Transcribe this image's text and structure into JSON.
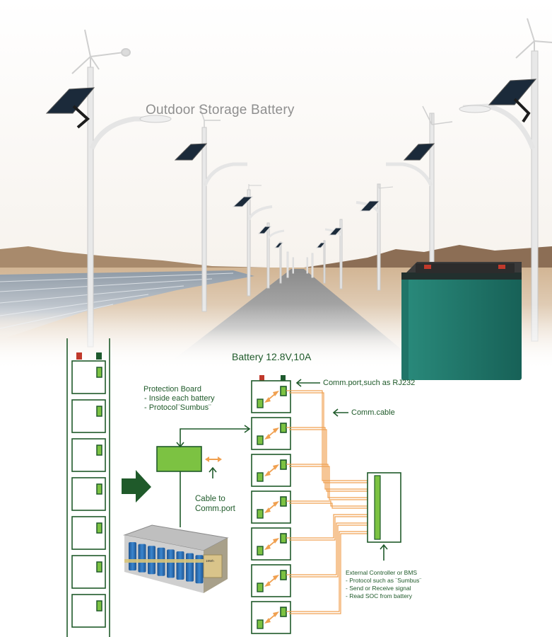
{
  "title": "Outdoor Storage Battery",
  "battery_title": "Battery 12.8V,10A",
  "protection_board": {
    "heading": "Protection Board",
    "lines": [
      "- Inside each battery",
      "- Protocol¨Sumbus¨"
    ]
  },
  "comm_port_label": "Comm.port,such as RJ232",
  "comm_cable_label": "Comm.cable",
  "cable_label": [
    "Cable to",
    "Comm.port"
  ],
  "controller": {
    "heading": "External Controller or BMS",
    "lines": [
      "- Protocol such as ¨Sumbus¨",
      "- Send or Receive signal",
      "- Read SOC from battery"
    ]
  },
  "pack_label": "18Wh",
  "colors": {
    "line": "#1f5a2a",
    "board": "#7cc242",
    "arrow": "#f0a050",
    "battery_case": "#1e7a6e",
    "terminal_red": "#c0392b",
    "terminal_dark": "#1e5a2e",
    "cell_blue": "#2d6fb0",
    "title_grey": "#8f8f8f"
  },
  "icons": [
    "wind-turbine-icon",
    "solar-panel-icon",
    "street-lamp-icon",
    "big-arrow-icon"
  ]
}
